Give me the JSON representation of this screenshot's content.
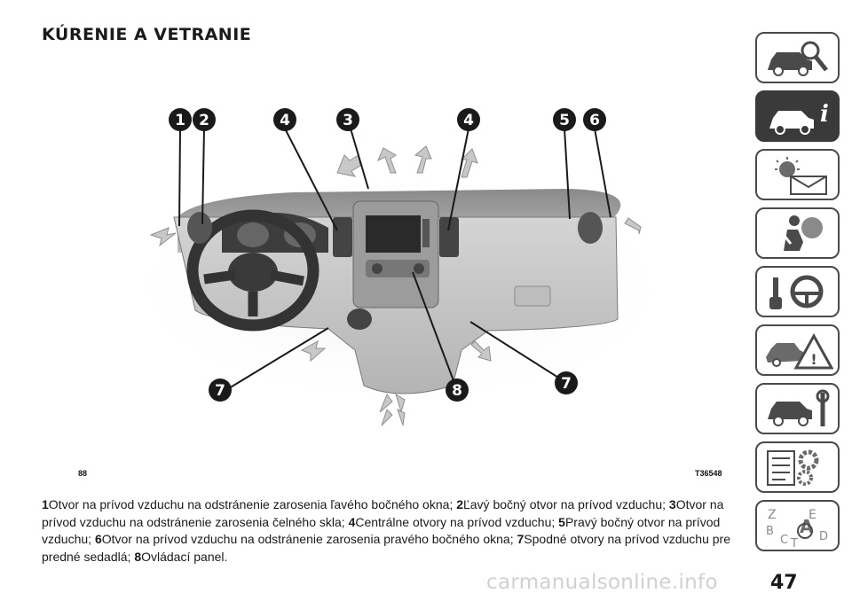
{
  "page": {
    "title": "KÚRENIE A VETRANIE",
    "page_number": "47",
    "watermark": "carmanualsonline.info"
  },
  "figure": {
    "page_ref": "88",
    "code": "T36548",
    "callouts": [
      "1",
      "2",
      "4",
      "3",
      "4",
      "5",
      "6",
      "7",
      "8",
      "7"
    ]
  },
  "caption": {
    "items": [
      {
        "num": "1",
        "text": "Otvor na prívod vzduchu na odstránenie zarosenia ľavého bočného okna;"
      },
      {
        "num": "2",
        "text": "Ľavý bočný otvor na prívod vzduchu;"
      },
      {
        "num": "3",
        "text": "Otvor na prívod vzduchu na odstránenie zarosenia čelného skla;"
      },
      {
        "num": "4",
        "text": "Centrálne otvory na prívod vzduchu;"
      },
      {
        "num": "5",
        "text": "Pravý bočný otvor na prívod vzduchu;"
      },
      {
        "num": "6",
        "text": "Otvor na prívod vzduchu na odstránenie zarosenia pravého bočného okna;"
      },
      {
        "num": "7",
        "text": "Spodné otvory na prívod vzduchu pre predné sedadlá;"
      },
      {
        "num": "8",
        "text": "Ovládací panel."
      }
    ]
  },
  "sidebar_tabs": [
    {
      "icon": "car-search-icon",
      "active": false
    },
    {
      "icon": "car-info-icon",
      "active": true
    },
    {
      "icon": "warning-light-message-icon",
      "active": false
    },
    {
      "icon": "airbag-seat-icon",
      "active": false
    },
    {
      "icon": "key-steering-wheel-icon",
      "active": false
    },
    {
      "icon": "car-breakdown-warning-icon",
      "active": false
    },
    {
      "icon": "car-wrench-icon",
      "active": false
    },
    {
      "icon": "specs-gear-icon",
      "active": false
    },
    {
      "icon": "alphabet-index-icon",
      "active": false
    }
  ],
  "alphabet_index_letters": [
    "Z",
    "E",
    "B",
    "A",
    "C",
    "D",
    "T"
  ],
  "colors": {
    "text": "#1a1a1a",
    "tab_border": "#4a4a4a",
    "tab_active": "#3a3a3a",
    "callout_fill": "#1a1a1a",
    "arrow_fill": "#c8c8c8"
  }
}
